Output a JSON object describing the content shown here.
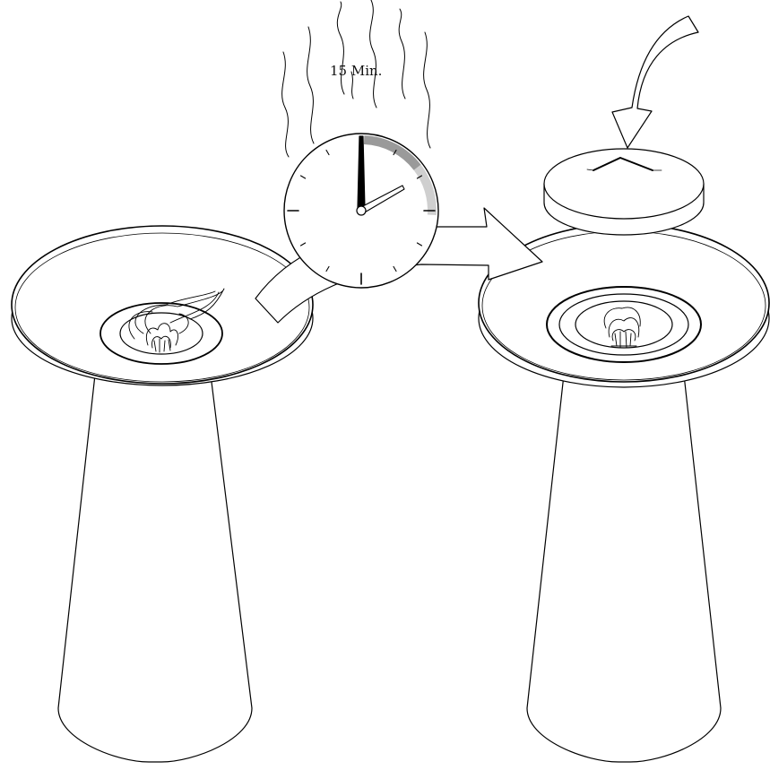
{
  "timer": {
    "label": "15 Min.",
    "elapsed_fraction_of_hour": 0.25
  },
  "colors": {
    "stroke": "#000000",
    "background": "#ffffff",
    "timer_band_dark": "#9a9a9a",
    "timer_band_light": "#cfcfcf"
  },
  "icons": [
    "fire-bowl-burning",
    "timer-clock",
    "process-arrow",
    "snuffer-lid",
    "down-arrow",
    "fire-bowl-extinguished"
  ]
}
